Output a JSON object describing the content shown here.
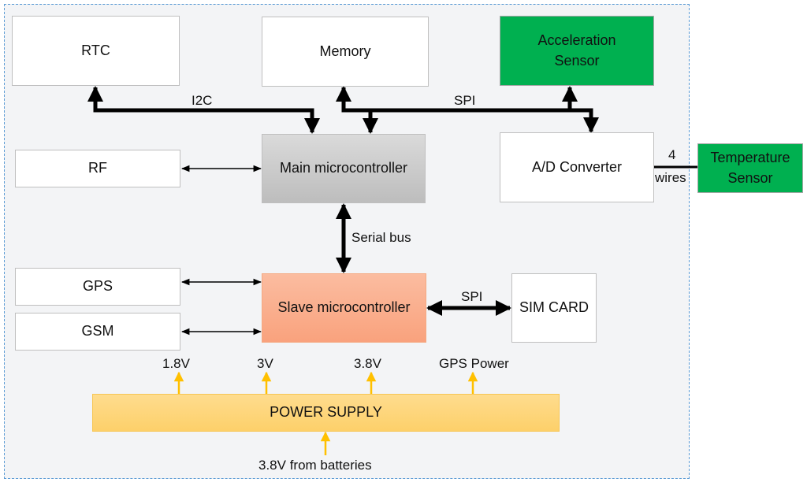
{
  "diagram": {
    "blocks": {
      "rtc": "RTC",
      "memory": "Memory",
      "acceleration_sensor": "Acceleration Sensor",
      "rf": "RF",
      "main_mcu": "Main microcontroller",
      "adc": "A/D Converter",
      "temperature_sensor": "Temperature Sensor",
      "gps": "GPS",
      "gsm": "GSM",
      "slave_mcu": "Slave microcontroller",
      "sim_card": "SIM CARD",
      "power_supply": "POWER SUPPLY"
    },
    "connections": {
      "i2c": "I2C",
      "spi_top": "SPI",
      "serial_bus": "Serial bus",
      "spi_sim": "SPI",
      "four": "4",
      "wires": "wires"
    },
    "power_outputs": [
      "1.8V",
      "3V",
      "3.8V",
      "GPS Power"
    ],
    "power_input": "3.8V from batteries",
    "colors": {
      "sensor_green": "#00b050",
      "power_arrow": "#ffc000",
      "frame_dash": "#5b9bd5"
    }
  }
}
